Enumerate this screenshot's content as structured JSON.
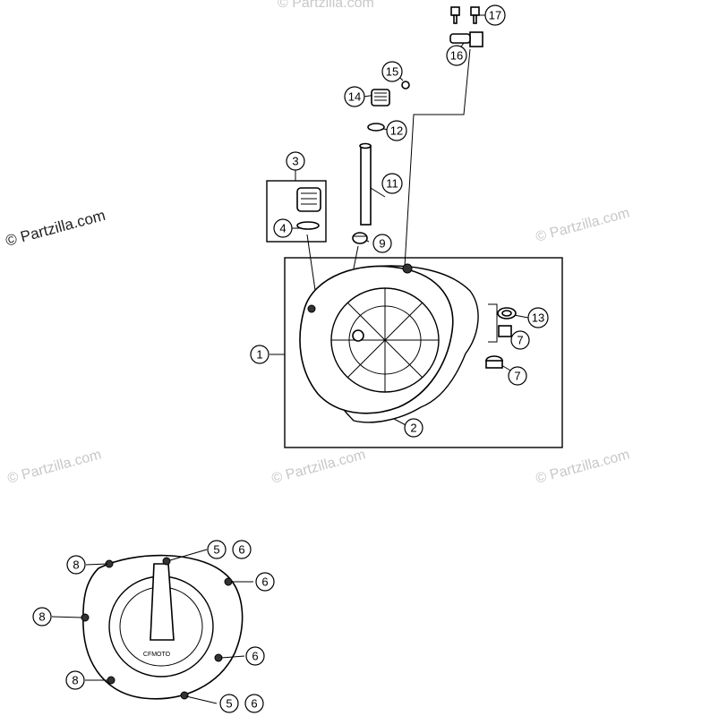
{
  "watermarks": {
    "main": "© Partzilla.com",
    "faint": "© Partzilla.com"
  },
  "callouts": {
    "c1": "1",
    "c2": "2",
    "c3": "3",
    "c4": "4",
    "c7a": "7",
    "c7b": "7",
    "c9": "9",
    "c11": "11",
    "c12": "12",
    "c13": "13",
    "c14": "14",
    "c15": "15",
    "c16": "16",
    "c17": "17",
    "d8a": "8",
    "d8b": "8",
    "d8c": "8",
    "d5a": "5",
    "d6a": "6",
    "d6b": "6",
    "d6c": "6",
    "d5b": "5",
    "d6d": "6"
  },
  "logo_text": "CFMOTO"
}
